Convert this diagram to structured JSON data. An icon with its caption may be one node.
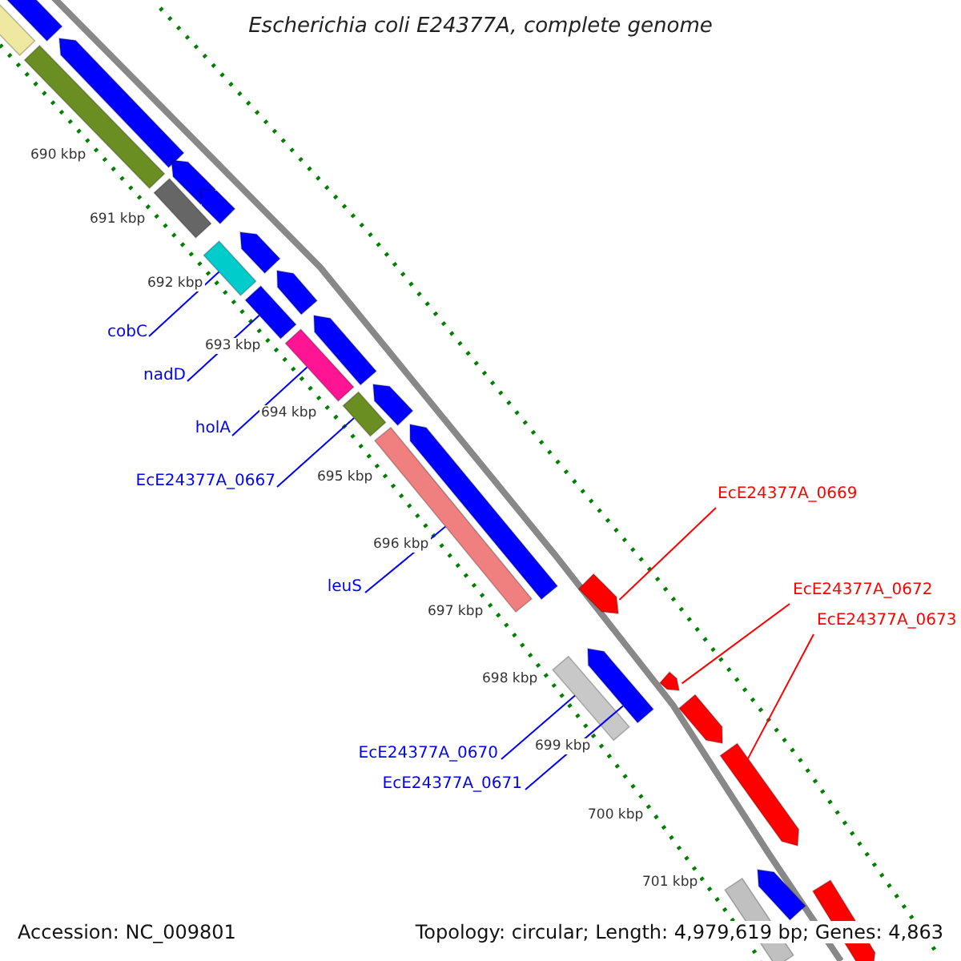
{
  "diagram": {
    "title": "Escherichia coli E24377A, complete genome",
    "nodes": [
      {
        "text": [
          "cobC"
        ]
      },
      {
        "text": [
          "nadD"
        ]
      },
      {
        "text": [
          "holA"
        ]
      },
      {
        "text": [
          "EcE24377A_0667"
        ]
      },
      {
        "text": [
          "leuS"
        ]
      },
      {
        "text": [
          "EcE24377A_0670"
        ]
      },
      {
        "text": [
          "EcE24377A_0671"
        ]
      },
      {
        "text": [
          "EcE24377A_0669"
        ]
      },
      {
        "text": [
          "EcE24377A_0672"
        ]
      },
      {
        "text": [
          "EcE24377A_0673"
        ]
      },
      {
        "text": [],
        "shape": "bar"
      },
      {
        "text": [],
        "shape": "bar"
      },
      {
        "text": [],
        "shape": "bar"
      },
      {
        "text": [],
        "shape": "bar"
      },
      {
        "text": [],
        "shape": "bar"
      },
      {
        "text": [],
        "shape": "bar"
      },
      {
        "text": [],
        "shape": "bar"
      },
      {
        "text": [],
        "shape": "bar"
      },
      {
        "text": [],
        "shape": "bar"
      },
      {
        "text": [],
        "shape": "bar"
      },
      {
        "text": [],
        "shape": "bar"
      },
      {
        "text": [],
        "shape": "bar"
      },
      {
        "text": [],
        "shape": "bar"
      },
      {
        "text": [],
        "shape": "bar"
      },
      {
        "text": [],
        "shape": "bar"
      },
      {
        "text": [],
        "shape": "bar"
      },
      {
        "text": [],
        "shape": "bar"
      },
      {
        "text": [],
        "shape": "bar"
      },
      {
        "text": [],
        "shape": "bar"
      },
      {
        "text": [],
        "shape": "bar"
      },
      {
        "text": [],
        "shape": "bar"
      },
      {
        "text": [],
        "shape": "bar"
      },
      {
        "text": [],
        "shape": "bar"
      },
      {
        "text": [],
        "shape": "bar"
      },
      {
        "text": [],
        "shape": "bar"
      },
      {
        "text": [],
        "shape": "bar"
      }
    ],
    "edges": [
      {
        "from": 0,
        "to": 18,
        "arrow": "none"
      },
      {
        "from": 1,
        "to": 20,
        "arrow": "none"
      },
      {
        "from": 2,
        "to": 22,
        "arrow": "none"
      },
      {
        "from": 3,
        "to": 24,
        "arrow": "none"
      },
      {
        "from": 4,
        "to": 26,
        "arrow": "none"
      },
      {
        "from": 5,
        "to": 29,
        "arrow": "none"
      },
      {
        "from": 6,
        "to": 28,
        "arrow": "none"
      },
      {
        "from": 7,
        "to": 27,
        "arrow": "none",
        "color": "#ff0000"
      },
      {
        "from": 8,
        "to": 30,
        "arrow": "none",
        "color": "#ff0000"
      },
      {
        "from": 9,
        "to": 32,
        "arrow": "none",
        "color": "#ff0000"
      }
    ],
    "labels": [
      "690 kbp",
      "691 kbp",
      "692 kbp",
      "693 kbp",
      "694 kbp",
      "695 kbp",
      "696 kbp",
      "697 kbp",
      "698 kbp",
      "699 kbp",
      "700 kbp",
      "701 kbp",
      "Accession: NC_009801",
      "Topology: circular; Length: 4,979,619 bp; Genes: 4,863"
    ]
  }
}
